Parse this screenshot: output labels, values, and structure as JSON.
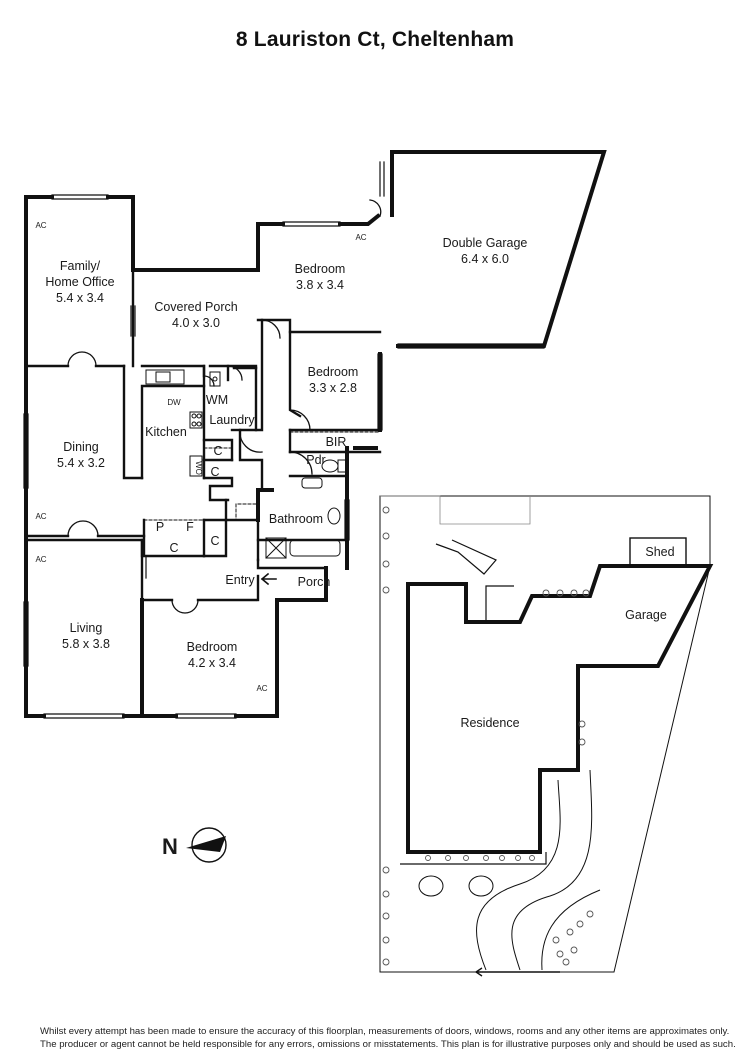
{
  "title": "8 Lauriston Ct, Cheltenham",
  "rooms": {
    "family": {
      "name": "Family/",
      "name2": "Home Office",
      "size": "5.4 x 3.4"
    },
    "covered_porch": {
      "name": "Covered Porch",
      "size": "4.0 x 3.0"
    },
    "bedroom1": {
      "name": "Bedroom",
      "size": "3.8 x 3.4"
    },
    "bedroom2": {
      "name": "Bedroom",
      "size": "3.3 x 2.8"
    },
    "double_garage": {
      "name": "Double Garage",
      "size": "6.4 x 6.0"
    },
    "dining": {
      "name": "Dining",
      "size": "5.4 x 3.2"
    },
    "kitchen": {
      "name": "Kitchen"
    },
    "laundry": {
      "name": "Laundry"
    },
    "wm": "WM",
    "bir": "BIR",
    "pdr": "Pdr",
    "bathroom": {
      "name": "Bathroom"
    },
    "living": {
      "name": "Living",
      "size": "5.8 x 3.8"
    },
    "bedroom3": {
      "name": "Bedroom",
      "size": "4.2 x 3.4"
    },
    "entry": "Entry",
    "porch": "Porch",
    "dw": "DW",
    "wo": "WO",
    "c": "C",
    "p": "P",
    "f": "F",
    "ac": "AC"
  },
  "site": {
    "shed": "Shed",
    "garage": "Garage",
    "residence": "Residence"
  },
  "compass": "N",
  "disclaimer": {
    "line1": "Whilst every attempt has been made to ensure the accuracy of this floorplan, measurements of doors, windows, rooms and any other items are approximates only.",
    "line2": "The producer or agent cannot be held responsible for any errors, omissions or misstatements. This plan is for illustrative purposes only and should be used as such."
  }
}
